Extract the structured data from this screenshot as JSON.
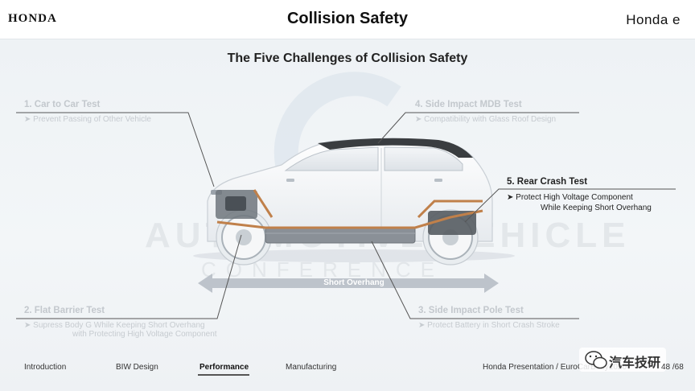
{
  "header": {
    "brand_left": "HONDA",
    "title": "Collision Safety",
    "brand_right": "Honda e"
  },
  "subtitle": "The Five Challenges of Collision Safety",
  "watermark": {
    "line1": "AUTOMOTIVE VEHICLE",
    "line2": "CONFERENCE"
  },
  "callouts": [
    {
      "title": "1. Car to Car Test",
      "desc": "Prevent Passing of Other Vehicle",
      "desc2": "",
      "active": false
    },
    {
      "title": "2. Flat Barrier Test",
      "desc": "Supress Body G While Keeping Short Overhang",
      "desc2": "with Protecting High Voltage Component",
      "active": false
    },
    {
      "title": "3. Side Impact Pole Test",
      "desc": "Protect Battery in Short Crash Stroke",
      "desc2": "",
      "active": false
    },
    {
      "title": "4. Side Impact MDB Test",
      "desc": "Compatibility with Glass Roof Design",
      "desc2": "",
      "active": false
    },
    {
      "title": "5. Rear Crash Test",
      "desc": "Protect High Voltage Component",
      "desc2": "While Keeping Short Overhang",
      "active": true
    }
  ],
  "arrow_label": "Short Overhang",
  "nav": {
    "items": [
      "Introduction",
      "BIW Design",
      "Performance",
      "Manufacturing"
    ],
    "active": "Performance"
  },
  "footer": {
    "presentation": "Honda Presentation /  EuroCarBody2020",
    "page": "48 /68",
    "wechat_label": "汽车技研"
  },
  "colors": {
    "accent_text": "#222222",
    "faded_text": "#c3c8cd",
    "copper": "#c0804a",
    "battery": "#8a9097"
  },
  "icons": [
    "bullet-arrow-icon",
    "wechat-icon"
  ]
}
